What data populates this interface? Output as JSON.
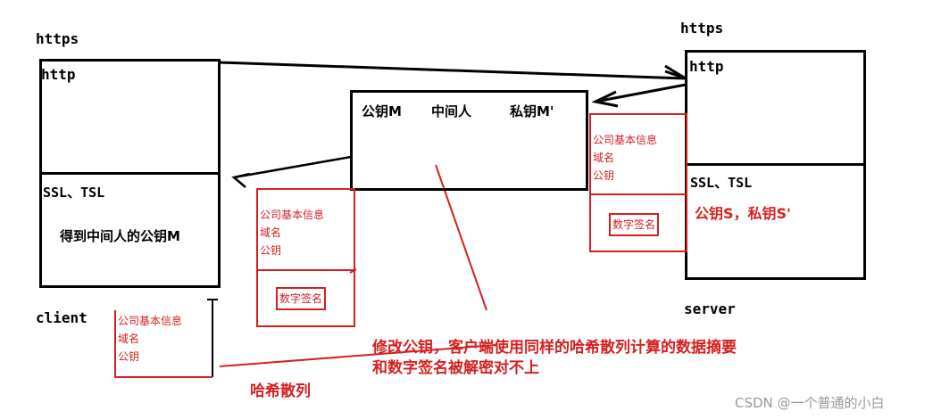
{
  "client": {
    "protocol_label": "https",
    "http_label": "http",
    "ssl_label": "SSL、TSL",
    "note": "得到中间人的公钥M",
    "role_label": "client"
  },
  "server": {
    "protocol_label": "https",
    "http_label": "http",
    "ssl_label": "SSL、TSL",
    "keys_note": "公钥S，私钥S'",
    "role_label": "server"
  },
  "middleman": {
    "public_key": "公钥M",
    "title": "中间人",
    "private_key": "私钥M'"
  },
  "certificate": {
    "lines": [
      "公司基本信息",
      "域名",
      "公钥"
    ],
    "signature_label": "数字签名"
  },
  "annotations": {
    "tamper_note_line1": "修改公钥，客户端使用同样的哈希散列计算的数据摘要",
    "tamper_note_line2": "和数字签名被解密对不上",
    "hash_label": "哈希散列"
  },
  "watermark": "CSDN @一个普通的小白",
  "colors": {
    "ink": "#000000",
    "annotation": "#d62020",
    "watermark": "#999999"
  }
}
